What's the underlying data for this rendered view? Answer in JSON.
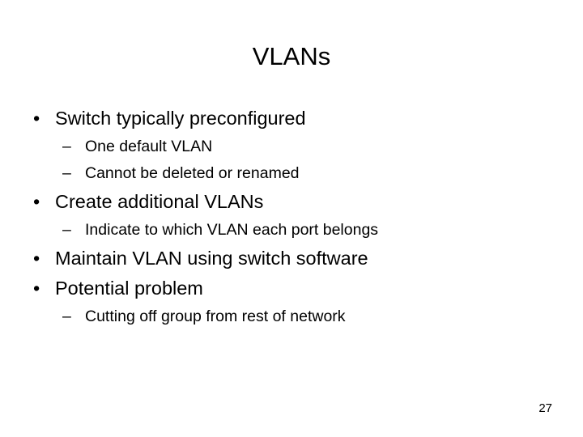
{
  "slide": {
    "title": "VLANs",
    "page_number": "27",
    "bullet_marker": "•",
    "sub_marker": "–",
    "text_color": "#000000",
    "background_color": "#ffffff",
    "content": [
      {
        "level": 1,
        "text": "Switch typically preconfigured"
      },
      {
        "level": 2,
        "text": "One default VLAN"
      },
      {
        "level": 2,
        "text": "Cannot be deleted or renamed"
      },
      {
        "level": 1,
        "text": "Create additional VLANs"
      },
      {
        "level": 2,
        "text": "Indicate to which VLAN each port belongs"
      },
      {
        "level": 1,
        "text": "Maintain VLAN using switch software"
      },
      {
        "level": 1,
        "text": "Potential problem"
      },
      {
        "level": 2,
        "text": "Cutting off group from rest of network"
      }
    ]
  }
}
